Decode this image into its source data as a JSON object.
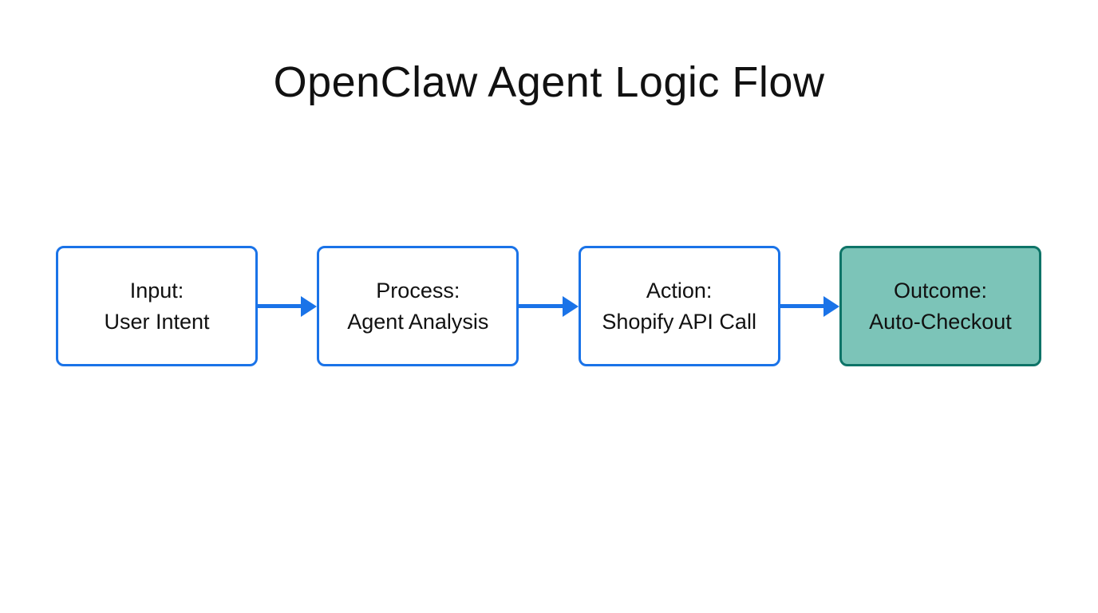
{
  "title": "OpenClaw Agent Logic Flow",
  "diagram": {
    "type": "flowchart",
    "direction": "left-to-right",
    "arrow_color": "#1a73e8",
    "nodes": [
      {
        "id": "input",
        "label_line1": "Input:",
        "label_line2": "User Intent",
        "fill": "#ffffff",
        "border_color": "#1a73e8",
        "text_color": "#111111"
      },
      {
        "id": "process",
        "label_line1": "Process:",
        "label_line2": "Agent Analysis",
        "fill": "#ffffff",
        "border_color": "#1a73e8",
        "text_color": "#111111"
      },
      {
        "id": "action",
        "label_line1": "Action:",
        "label_line2": "Shopify API Call",
        "fill": "#ffffff",
        "border_color": "#1a73e8",
        "text_color": "#111111"
      },
      {
        "id": "outcome",
        "label_line1": "Outcome:",
        "label_line2": "Auto-Checkout",
        "fill": "#7cc4b8",
        "border_color": "#0e7468",
        "text_color": "#111111"
      }
    ],
    "edges": [
      {
        "from": "input",
        "to": "process"
      },
      {
        "from": "process",
        "to": "action"
      },
      {
        "from": "action",
        "to": "outcome"
      }
    ]
  }
}
